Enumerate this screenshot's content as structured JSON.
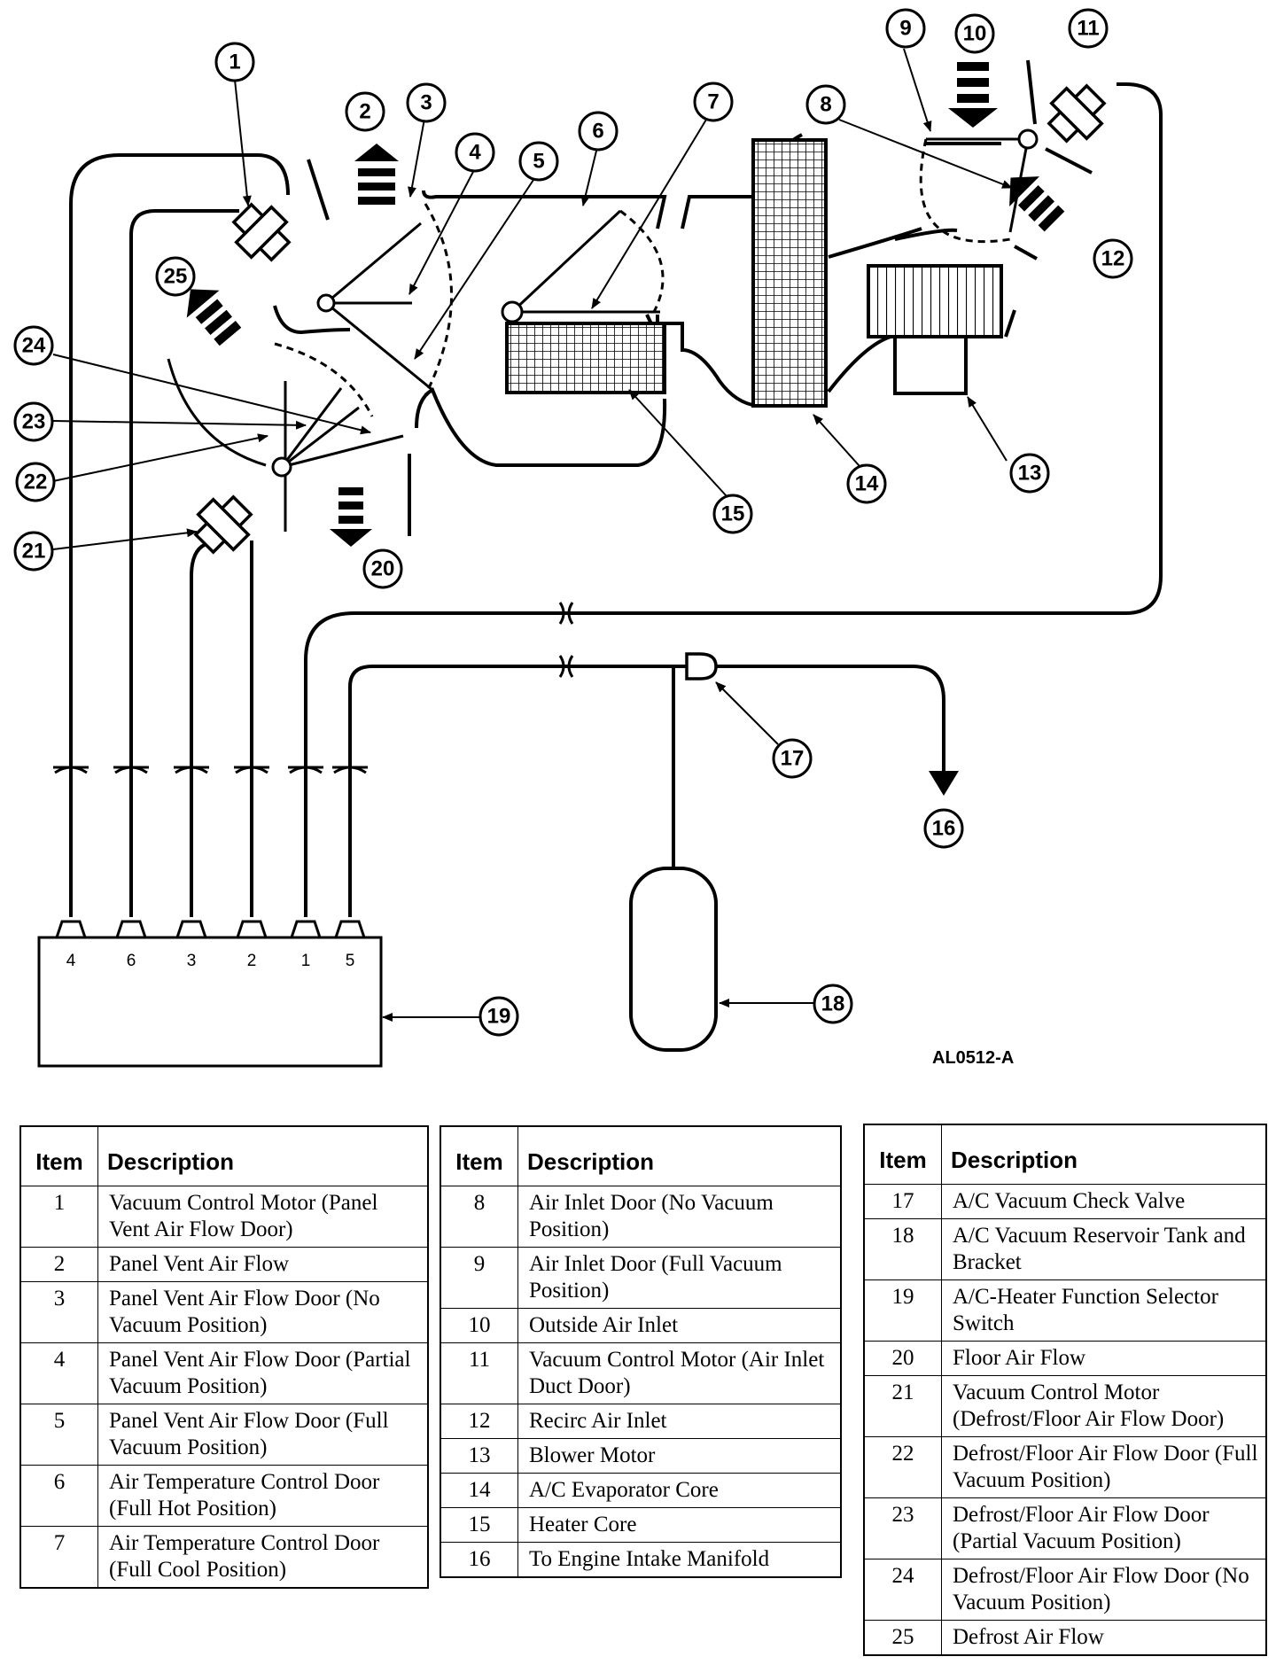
{
  "figure_id": "AL0512-A",
  "selector_ports": [
    "4",
    "6",
    "3",
    "2",
    "1",
    "5"
  ],
  "callouts": [
    "1",
    "2",
    "3",
    "4",
    "5",
    "6",
    "7",
    "8",
    "9",
    "10",
    "11",
    "12",
    "13",
    "14",
    "15",
    "16",
    "17",
    "18",
    "19",
    "20",
    "21",
    "22",
    "23",
    "24",
    "25"
  ],
  "legend": {
    "item_header": "Item",
    "description_header": "Description",
    "tables": [
      [
        {
          "item": "1",
          "description": "Vacuum Control Motor (Panel Vent Air Flow Door)"
        },
        {
          "item": "2",
          "description": "Panel Vent Air Flow"
        },
        {
          "item": "3",
          "description": "Panel Vent Air Flow Door (No Vacuum Position)"
        },
        {
          "item": "4",
          "description": "Panel Vent Air Flow Door (Partial Vacuum Position)"
        },
        {
          "item": "5",
          "description": "Panel Vent Air Flow Door (Full Vacuum Position)"
        },
        {
          "item": "6",
          "description": "Air Temperature Control Door (Full Hot Position)"
        },
        {
          "item": "7",
          "description": "Air Temperature Control Door (Full Cool Position)"
        }
      ],
      [
        {
          "item": "8",
          "description": "Air Inlet Door (No Vacuum Position)"
        },
        {
          "item": "9",
          "description": "Air Inlet Door (Full Vacuum Position)"
        },
        {
          "item": "10",
          "description": "Outside Air Inlet"
        },
        {
          "item": "11",
          "description": "Vacuum Control Motor (Air Inlet Duct Door)"
        },
        {
          "item": "12",
          "description": "Recirc Air Inlet"
        },
        {
          "item": "13",
          "description": "Blower Motor"
        },
        {
          "item": "14",
          "description": "A/C Evaporator Core"
        },
        {
          "item": "15",
          "description": "Heater Core"
        },
        {
          "item": "16",
          "description": "To Engine Intake Manifold"
        }
      ],
      [
        {
          "item": "17",
          "description": "A/C Vacuum Check Valve"
        },
        {
          "item": "18",
          "description": "A/C Vacuum Reservoir Tank and Bracket"
        },
        {
          "item": "19",
          "description": "A/C-Heater Function Selector Switch"
        },
        {
          "item": "20",
          "description": "Floor Air Flow"
        },
        {
          "item": "21",
          "description": "Vacuum Control Motor (Defrost/Floor Air Flow Door)"
        },
        {
          "item": "22",
          "description": "Defrost/Floor Air Flow Door (Full Vacuum Position)"
        },
        {
          "item": "23",
          "description": "Defrost/Floor Air Flow Door (Partial Vacuum Position)"
        },
        {
          "item": "24",
          "description": "Defrost/Floor Air Flow Door (No Vacuum Position)"
        },
        {
          "item": "25",
          "description": "Defrost Air Flow"
        }
      ]
    ]
  }
}
